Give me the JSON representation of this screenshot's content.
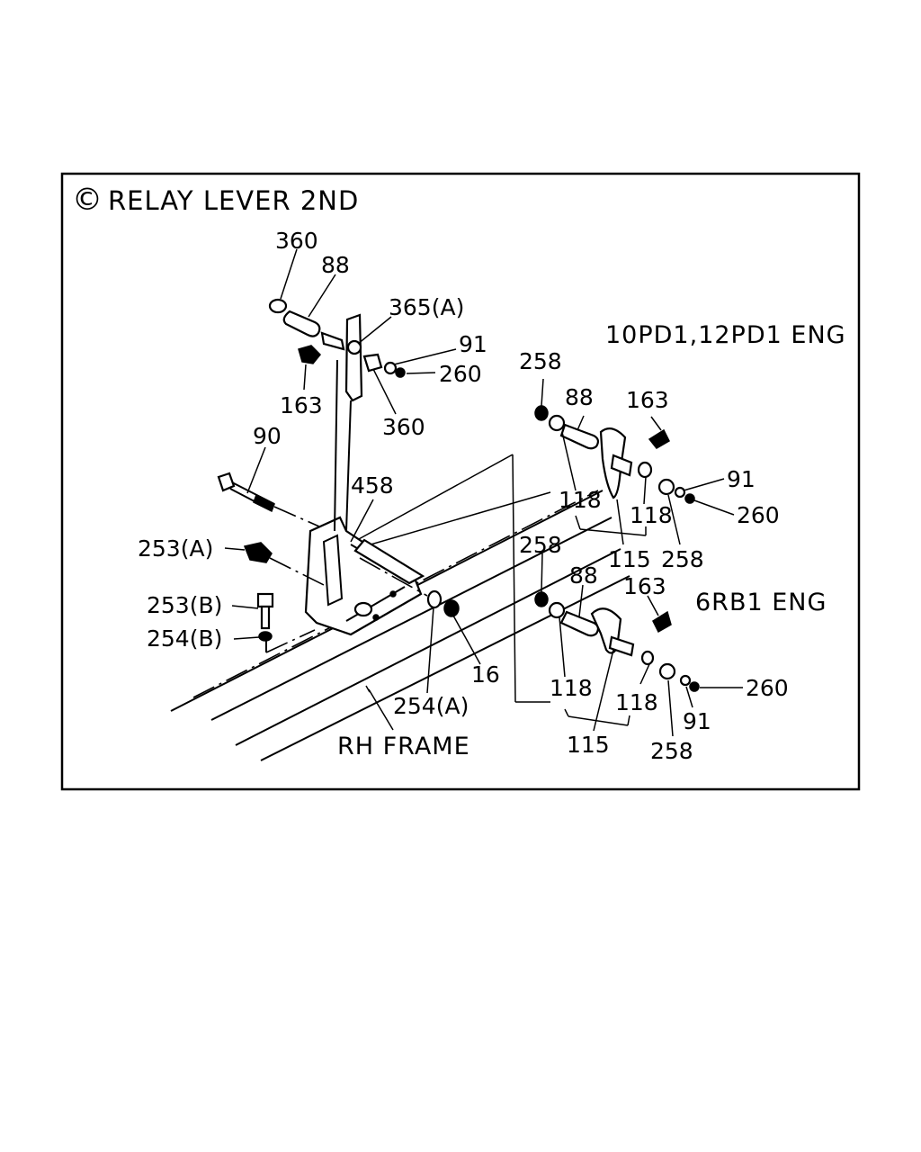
{
  "title": "RELAY LEVER 2ND",
  "title_symbol": "©",
  "engine_variants": {
    "upper": "10PD1,12PD1 ENG",
    "lower": "6RB1 ENG"
  },
  "frame_label": "RH FRAME",
  "left_assembly": {
    "p360_top": "360",
    "p88": "88",
    "p365a": "365(A)",
    "p91": "91",
    "p260": "260",
    "p163": "163",
    "p360_bottom": "360",
    "p90": "90",
    "p458": "458",
    "p253a": "253(A)",
    "p253b": "253(B)",
    "p254b": "254(B)",
    "p16": "16",
    "p254a": "254(A)"
  },
  "upper_variant_parts": {
    "p258_top": "258",
    "p88": "88",
    "p163": "163",
    "p91": "91",
    "p260": "260",
    "p118_left": "118",
    "p118_right": "118",
    "p115": "115",
    "p258_bottom": "258"
  },
  "lower_variant_parts": {
    "p258_top": "258",
    "p88": "88",
    "p163": "163",
    "p260": "260",
    "p118_left": "118",
    "p118_right": "118",
    "p91": "91",
    "p115": "115",
    "p258_bottom": "258"
  }
}
